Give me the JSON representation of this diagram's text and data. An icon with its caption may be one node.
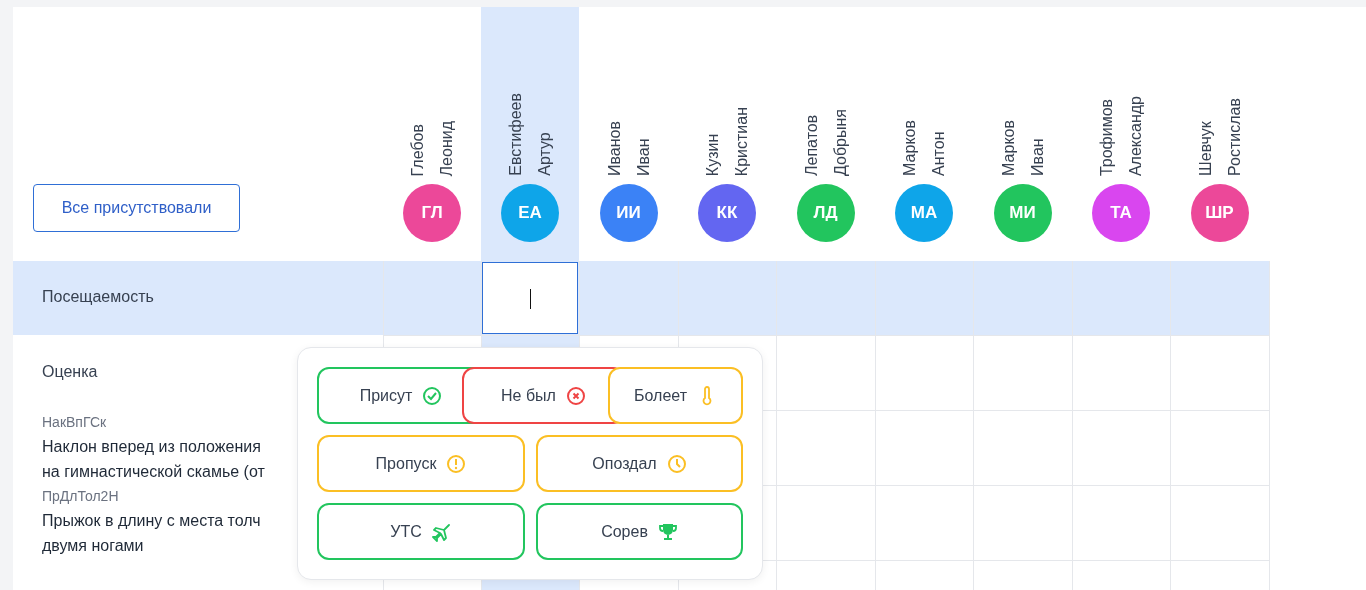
{
  "diagram": {
    "labels": [
      "Все присутствовали",
      "Глебов Леонид",
      "Евстифеев Артур",
      "Иванов Иван",
      "Кузин Кристиан",
      "Лепатов Добрыня",
      "Марков Антон",
      "Марков Иван",
      "Трофимов Александр",
      "Шевчук Ростислав",
      "ГЛ",
      "ЕА",
      "ИИ",
      "КК",
      "ЛД",
      "МА",
      "МИ",
      "ТА",
      "ШР",
      "Посещаемость",
      "Оценка",
      "НакВпГСк",
      "Наклон вперед из положения на гимнастической скамье (от",
      "ПрДлТол2Н",
      "Прыжок в длину с места толч двумя ногами",
      "Присут",
      "Не был",
      "Болеет",
      "Пропуск",
      "Опоздал",
      "УТС",
      "Сорев"
    ]
  }
}
